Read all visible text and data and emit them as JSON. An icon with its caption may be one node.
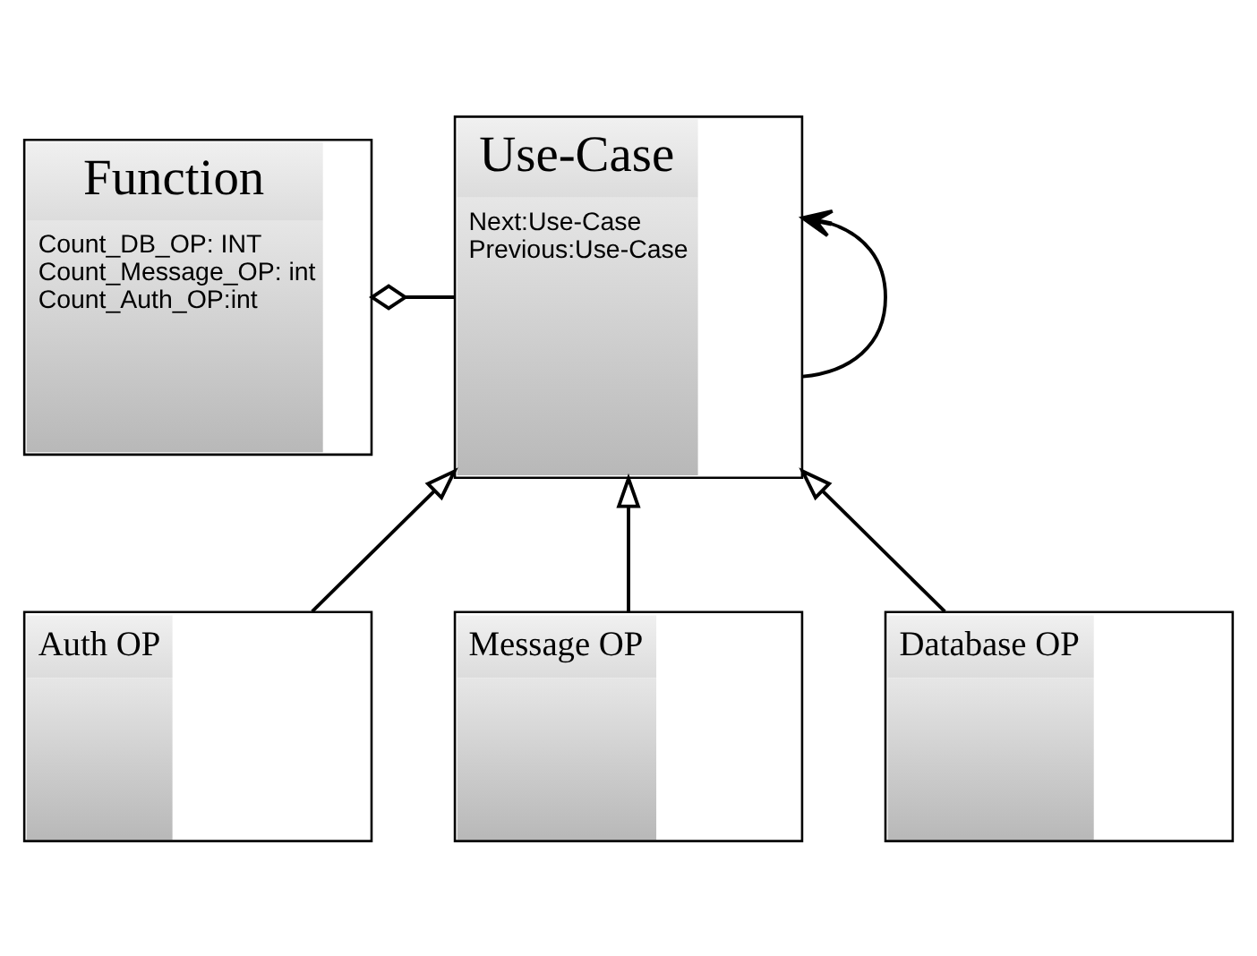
{
  "diagram": {
    "nodes": [
      {
        "text": [
          "Function",
          "Count_DB_OP: INT",
          "Count_Message_OP: int",
          "Count_Auth_OP:int"
        ]
      },
      {
        "text": [
          "Use-Case",
          "Next:Use-Case",
          "Previous:Use-Case"
        ]
      },
      {
        "text": [
          "Auth OP"
        ]
      },
      {
        "text": [
          "Message OP"
        ]
      },
      {
        "text": [
          "Database OP"
        ]
      }
    ],
    "edges": [
      {
        "from": 0,
        "to": 1,
        "arrow": "other"
      },
      {
        "from": 1,
        "to": 1,
        "arrow": "to"
      },
      {
        "from": 2,
        "to": 1,
        "arrow": "to"
      },
      {
        "from": 3,
        "to": 1,
        "arrow": "to"
      },
      {
        "from": 4,
        "to": 1,
        "arrow": "to"
      }
    ]
  }
}
